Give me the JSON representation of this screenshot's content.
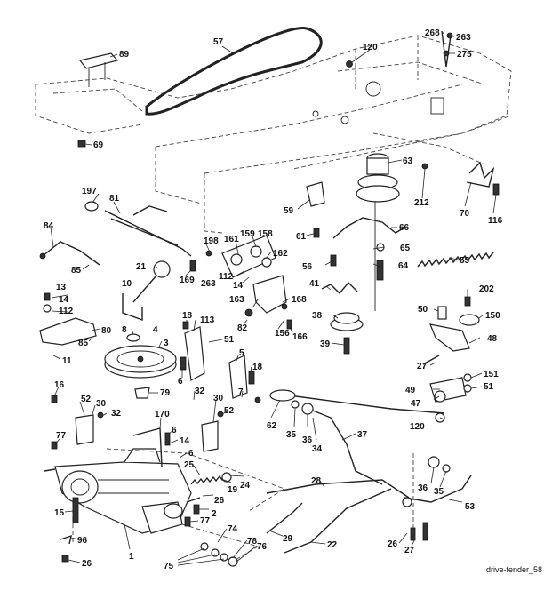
{
  "diagram": {
    "caption": "drive-fender_58",
    "callouts": [
      "57",
      "120",
      "268",
      "263",
      "275",
      "89",
      "69",
      "63",
      "212",
      "70",
      "116",
      "197",
      "81",
      "59",
      "66",
      "84",
      "198",
      "161",
      "159",
      "158",
      "61",
      "65",
      "55",
      "85",
      "21",
      "162",
      "56",
      "64",
      "169",
      "263",
      "112",
      "14",
      "13",
      "10",
      "41",
      "168",
      "202",
      "14",
      "112",
      "80",
      "8",
      "4",
      "163",
      "50",
      "150",
      "156",
      "166",
      "38",
      "18",
      "113",
      "51",
      "48",
      "85",
      "3",
      "82",
      "5",
      "39",
      "11",
      "27",
      "18",
      "16",
      "6",
      "79",
      "7",
      "52",
      "30",
      "32",
      "151",
      "49",
      "51",
      "32",
      "62",
      "47",
      "30",
      "52",
      "35",
      "36",
      "34",
      "37",
      "170",
      "6",
      "120",
      "77",
      "14",
      "6",
      "25",
      "19",
      "24",
      "26",
      "28",
      "36",
      "35",
      "53",
      "2",
      "15",
      "77",
      "74",
      "29",
      "26",
      "22",
      "96",
      "1",
      "78",
      "76",
      "27",
      "26",
      "75"
    ]
  }
}
